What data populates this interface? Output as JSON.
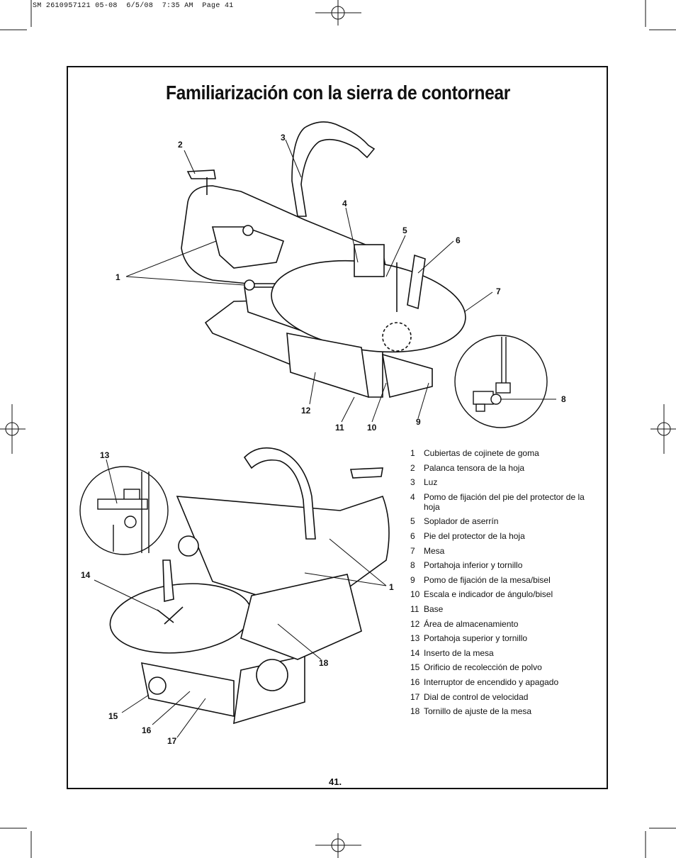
{
  "header": {
    "slug": "SM 2610957121 05-08  6/5/08  7:35 AM  Page 41"
  },
  "title": "Familiarización con la sierra de contornear",
  "callouts_top": [
    "2",
    "3",
    "4",
    "5",
    "6",
    "7",
    "1",
    "8",
    "12",
    "11",
    "10",
    "9"
  ],
  "callouts_bottom": [
    "13",
    "14",
    "1",
    "18",
    "15",
    "16",
    "17"
  ],
  "legend": [
    {
      "num": "1",
      "text": "Cubiertas de cojinete de goma"
    },
    {
      "num": "2",
      "text": "Palanca tensora de la hoja"
    },
    {
      "num": "3",
      "text": "Luz"
    },
    {
      "num": "4",
      "text": "Pomo de fijación del pie del protector de la hoja"
    },
    {
      "num": "5",
      "text": "Soplador de aserrín"
    },
    {
      "num": "6",
      "text": "Pie del protector de la hoja"
    },
    {
      "num": "7",
      "text": "Mesa"
    },
    {
      "num": "8",
      "text": "Portahoja inferior y tornillo"
    },
    {
      "num": "9",
      "text": "Pomo de fijación de la mesa/bisel"
    },
    {
      "num": "10",
      "text": "Escala e indicador de ángulo/bisel"
    },
    {
      "num": "11",
      "text": "Base"
    },
    {
      "num": "12",
      "text": "Área de almacenamiento"
    },
    {
      "num": "13",
      "text": "Portahoja superior y tornillo"
    },
    {
      "num": "14",
      "text": "Inserto de la mesa"
    },
    {
      "num": "15",
      "text": "Orificio de recolección de polvo"
    },
    {
      "num": "16",
      "text": "Interruptor de encendido y apagado"
    },
    {
      "num": "17",
      "text": "Dial de control de velocidad"
    },
    {
      "num": "18",
      "text": "Tornillo de ajuste de la mesa"
    }
  ],
  "page_number": "41."
}
